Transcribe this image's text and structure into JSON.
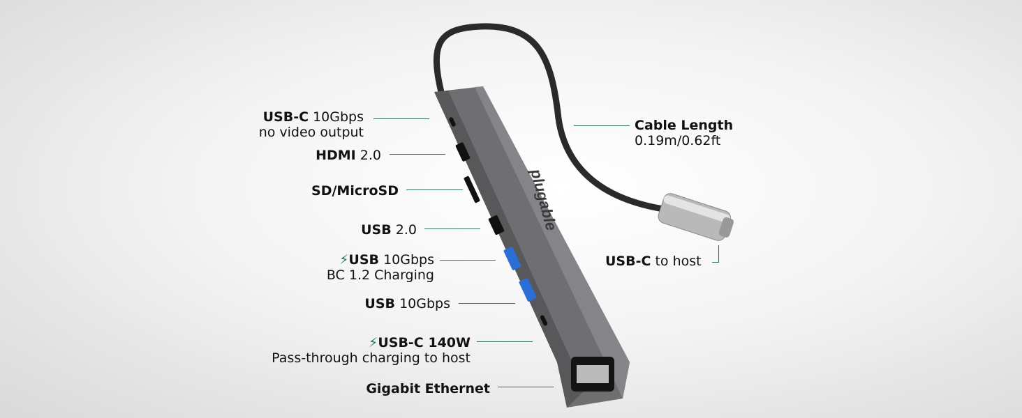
{
  "brand": "plugable",
  "accent_color": "#2f6f57",
  "labels": {
    "usbc_data": {
      "bold": "USB-C",
      "rest": " 10Gbps",
      "sub": "no video output"
    },
    "hdmi": {
      "bold": "HDMI",
      "rest": " 2.0"
    },
    "sd": {
      "bold": "SD/MicroSD"
    },
    "usb2": {
      "bold": "USB",
      "rest": " 2.0"
    },
    "usb_bc": {
      "icon": "lightning-icon",
      "bold": "USB",
      "rest": " 10Gbps",
      "sub": "BC 1.2 Charging"
    },
    "usb10": {
      "bold": "USB",
      "rest": " 10Gbps"
    },
    "usbc_pd": {
      "icon": "lightning-icon",
      "bold": "USB-C 140W",
      "sub": "Pass-through charging to host"
    },
    "ethernet": {
      "bold": "Gigabit Ethernet"
    },
    "cable": {
      "bold": "Cable Length",
      "sub": "0.19m/0.62ft"
    },
    "host": {
      "bold": "USB-C",
      "rest": " to host"
    }
  }
}
